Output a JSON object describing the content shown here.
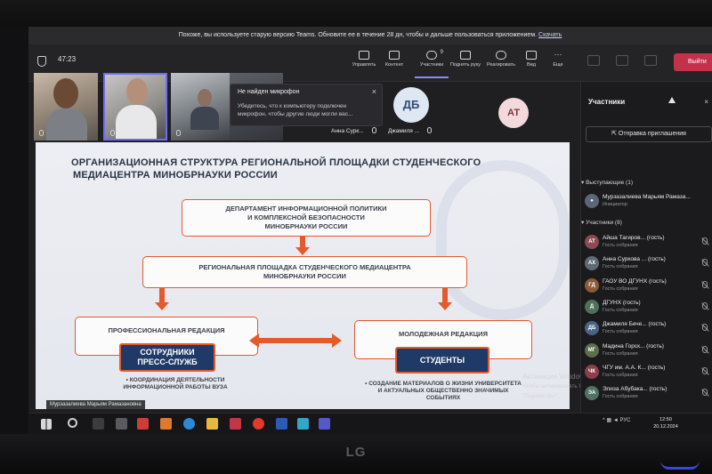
{
  "notice": {
    "text": "Похоже, вы используете старую версию Teams. Обновите ее в течение 28 дн, чтобы и дальше пользоваться приложением.",
    "link": "Скачать"
  },
  "toolbar": {
    "timer": "47:23",
    "share_label": "Управлять",
    "content_label": "Контент",
    "people_label": "Участники",
    "people_count": "9",
    "raise_label": "Поднять руку",
    "react_label": "Реагировать",
    "view_label": "Вид",
    "more_label": "Еще",
    "leave_label": "Выйти"
  },
  "toast": {
    "title": "Не найден микрофон",
    "body_line1": "Убедитесь, что к компьютеру подключен",
    "body_line2": "микрофон, чтобы другие люди могли вас..."
  },
  "tiles": {
    "db_initials": "ДБ",
    "at_initials": "АТ",
    "anna_name": "Анна Сурк...",
    "dzhamila_name": "Джамиля ..."
  },
  "slide": {
    "title_line1": "ОРГАНИЗАЦИОННАЯ СТРУКТУРА РЕГИОНАЛЬНОЙ ПЛОЩАДКИ СТУДЕНЧЕСКОГО",
    "title_line2": "МЕДИАЦЕНТРА МИНОБРНАУКИ РОССИИ",
    "dept_line1": "ДЕПАРТАМЕНТ ИНФОРМАЦИОННОЙ ПОЛИТИКИ",
    "dept_line2": "И КОМПЛЕКСНОЙ БЕЗОПАСНОСТИ",
    "dept_line3": "МИНОБРНАУКИ РОССИИ",
    "regional_line1": "РЕГИОНАЛЬНАЯ ПЛОЩАДКА СТУДЕНЧЕСКОГО МЕДИАЦЕНТРА",
    "regional_line2": "МИНОБРНАУКИ РОССИИ",
    "prof_editorial": "ПРОФЕССИОНАЛЬНАЯ РЕДАКЦИЯ",
    "youth_editorial": "МОЛОДЕЖНАЯ РЕДАКЦИЯ",
    "press_line1": "СОТРУДНИКИ",
    "press_line2": "ПРЕСС-СЛУЖБ",
    "students": "СТУДЕНТЫ",
    "note_left_line1": "•  КООРДИНАЦИЯ ДЕЯТЕЛЬНОСТИ",
    "note_left_line2": "ИНФОРМАЦИОННОЙ РАБОТЫ ВУЗА",
    "note_right_line1": "•  СОЗДАНИЕ МАТЕРИАЛОВ О ЖИЗНИ УНИВЕРСИТЕТА",
    "note_right_line2": "И АКТУАЛЬНЫХ ОБЩЕСТВЕННО ЗНАЧИМЫХ",
    "note_right_line3": "СОБЫТИЯХ"
  },
  "presenter_label": "Мурзазалиева Марьям Рамазановна",
  "activation": {
    "line1": "Активация Windows",
    "line2": "Чтобы активировать Windows, перейдите в раздел",
    "line3": "\"Параметры\"."
  },
  "panel": {
    "title": "Участники",
    "invite_label": "Отправка приглашения",
    "presenters_header": "Выступающие (1)",
    "host_name": "Мурзазалиева Марьям Рамаза...",
    "host_role": "Инициатор",
    "participants_header": "Участники (8)",
    "participants": [
      {
        "initials": "АТ",
        "name": "Айша Тагиров... (гость)",
        "role": "Гость собрания",
        "color": "#8a4b52"
      },
      {
        "initials": "АХ",
        "name": "Анна Суркова ... (гость)",
        "role": "Гость собрания",
        "color": "#5f6b74"
      },
      {
        "initials": "ГД",
        "name": "ГАОУ ВО ДГУНХ (гость)",
        "role": "Гость собрания",
        "color": "#8a5a3b"
      },
      {
        "initials": "Д",
        "name": "ДГУНХ (гость)",
        "role": "Гость собрания",
        "color": "#4f6f5a"
      },
      {
        "initials": "ДБ",
        "name": "Джамиля Бече... (гость)",
        "role": "Гость собрания",
        "color": "#4a6384"
      },
      {
        "initials": "МГ",
        "name": "Мадина Горск... (гость)",
        "role": "Гость собрания",
        "color": "#5d6e4a"
      },
      {
        "initials": "ЧК",
        "name": "ЧГУ им. А.А. К... (гость)",
        "role": "Гость собрания",
        "color": "#8a3f4a"
      },
      {
        "initials": "ЭА",
        "name": "Элиза Абубака... (гость)",
        "role": "Гость собрания",
        "color": "#4f7264"
      }
    ]
  },
  "taskbar": {
    "lang": "РУС",
    "time": "12:50",
    "date": "20.12.2024"
  },
  "monitor": {
    "brand": "LG"
  }
}
